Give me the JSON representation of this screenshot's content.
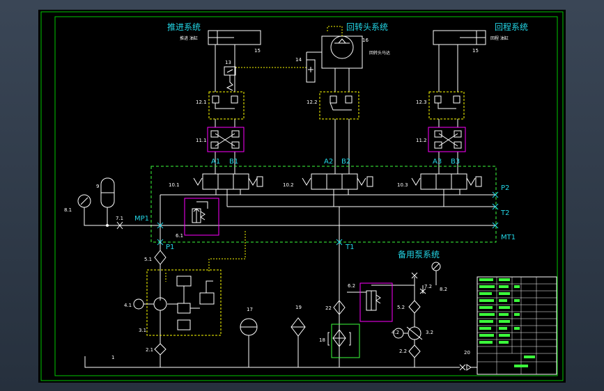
{
  "colors": {
    "background": "#000000",
    "border_green": "#00c800",
    "line_white": "#ffffff",
    "dashed_green": "#3cff3c",
    "dashed_yellow": "#ffff00",
    "dashed_magenta": "#ff00ff",
    "label_cyan": "#23d6e6"
  },
  "sections": {
    "push": "推进系统",
    "rotary": "回转头系统",
    "return": "回程系统",
    "standby_pump": "备用泵系统"
  },
  "ports": {
    "A1": "A1",
    "B1": "B1",
    "A2": "A2",
    "B2": "B2",
    "A3": "A3",
    "B3": "B3",
    "P2": "P2",
    "T2": "T2",
    "MT1": "MT1",
    "MP1": "MP1",
    "P1": "P1",
    "T1": "T1"
  },
  "components": {
    "c8_1": "8.1",
    "c9": "9",
    "c7_1": "7.1",
    "c6_1": "6.1",
    "c5_1": "5.1",
    "c4_1": "4.1",
    "c3_1": "3.1",
    "c2_1": "2.1",
    "c1": "1",
    "c10_1": "10.1",
    "c10_2": "10.2",
    "c10_3": "10.3",
    "c11_1": "11.1",
    "c11_2": "11.2",
    "c12_1": "12.1",
    "c12_2": "12.2",
    "c12_3": "12.3",
    "c13": "13",
    "c14": "14",
    "c15a": "15",
    "c15b": "15",
    "c16": "16",
    "c17": "17",
    "c18": "18",
    "c19": "19",
    "c20": "20",
    "c22": "22",
    "c6_2": "6.2",
    "c5_2": "5.2",
    "c4_2": "4.2",
    "c3_2": "3.2",
    "c2_2": "2.2",
    "c7_2": "7.2",
    "c8_2": "8.2"
  },
  "small_labels": {
    "push_cylinder": "推进 油缸",
    "rotary_motor": "回转头马达",
    "return_cylinder": "回程 油缸"
  }
}
